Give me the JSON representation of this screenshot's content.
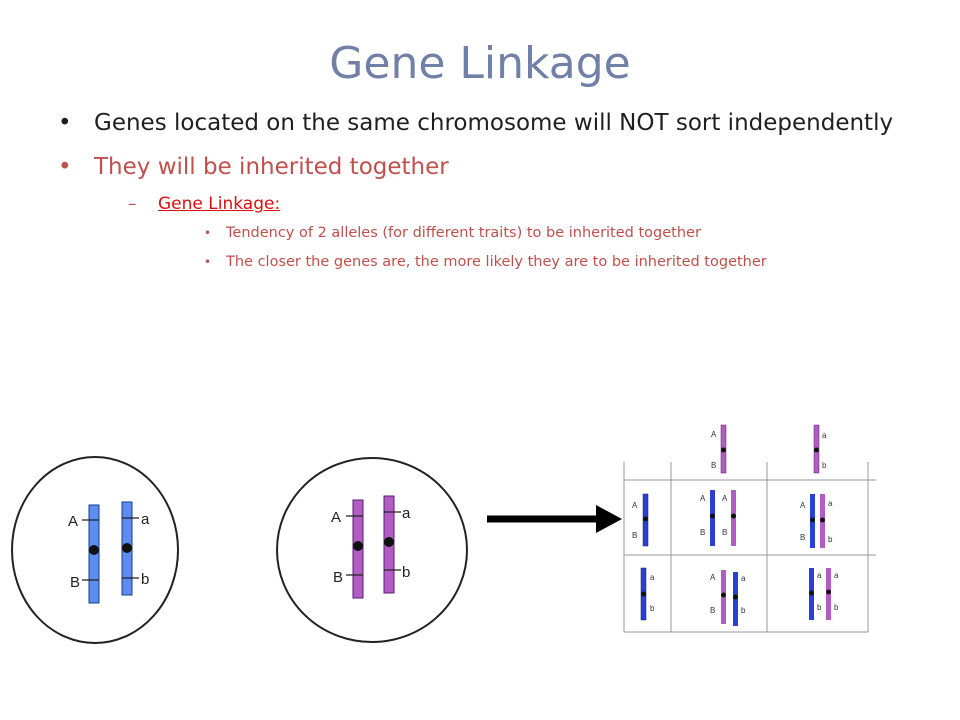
{
  "slide": {
    "title": "Gene Linkage",
    "bullets": [
      {
        "text": "Genes located on the same chromosome will NOT sort independently"
      },
      {
        "text": "They will be inherited together"
      }
    ],
    "sub_bullet": {
      "label": "Gene Linkage:"
    },
    "sub_sub_bullets": [
      {
        "text": "Tendency of 2 alleles (for different traits) to be inherited together"
      },
      {
        "text": "The closer the genes are, the more likely they are to be inherited together"
      }
    ]
  },
  "diagram": {
    "colors": {
      "blue": "#5b8ef0",
      "purple": "#b25dc4",
      "dark_blue": "#2a3fd6",
      "grid": "#9a9a9a"
    },
    "cell_labels": {
      "upper_A": "A",
      "upper_B": "B",
      "lower_a": "a",
      "lower_b": "b"
    }
  }
}
